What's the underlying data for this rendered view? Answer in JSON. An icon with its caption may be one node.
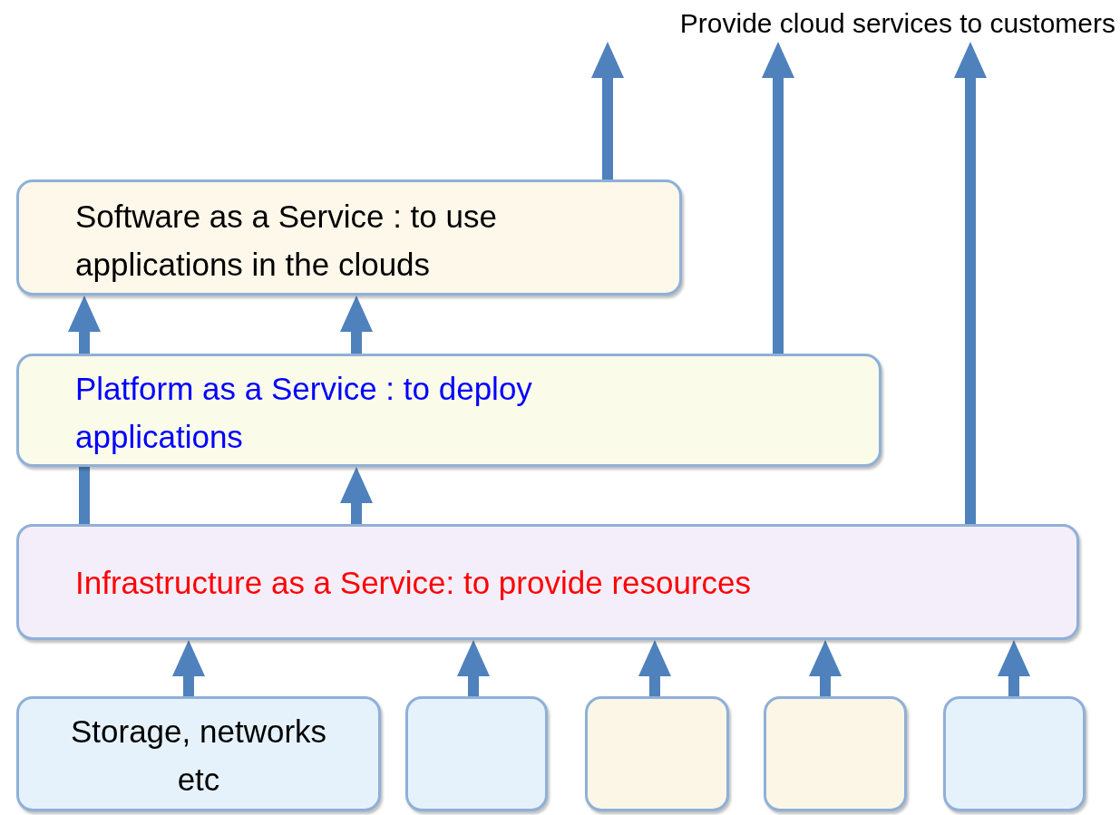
{
  "diagram": {
    "nodes": [
      {
        "text": [
          "Provide cloud services to customers"
        ]
      },
      {
        "text": [
          "Software as a Service : to use applications in the clouds"
        ]
      },
      {
        "text": [
          "Platform as a Service : to deploy applications"
        ]
      },
      {
        "text": [
          "Infrastructure as a Service: to provide resources"
        ]
      },
      {
        "text": [
          "Storage, networks etc"
        ]
      },
      {
        "text": [],
        "shape": "box"
      },
      {
        "text": [],
        "shape": "box"
      },
      {
        "text": [],
        "shape": "box"
      },
      {
        "text": [],
        "shape": "box"
      }
    ],
    "edges": [
      {
        "from": 1,
        "to": 0,
        "arrow": "to"
      },
      {
        "from": 2,
        "to": 0,
        "arrow": "to"
      },
      {
        "from": 3,
        "to": 0,
        "arrow": "to"
      },
      {
        "from": 2,
        "to": 1,
        "arrow": "to"
      },
      {
        "from": 2,
        "to": 1,
        "arrow": "to"
      },
      {
        "from": 3,
        "to": 2,
        "arrow": "none"
      },
      {
        "from": 3,
        "to": 2,
        "arrow": "to"
      },
      {
        "from": 4,
        "to": 3,
        "arrow": "to"
      },
      {
        "from": 5,
        "to": 3,
        "arrow": "to"
      },
      {
        "from": 6,
        "to": 3,
        "arrow": "to"
      },
      {
        "from": 7,
        "to": 3,
        "arrow": "to"
      },
      {
        "from": 8,
        "to": 3,
        "arrow": "to"
      }
    ]
  }
}
